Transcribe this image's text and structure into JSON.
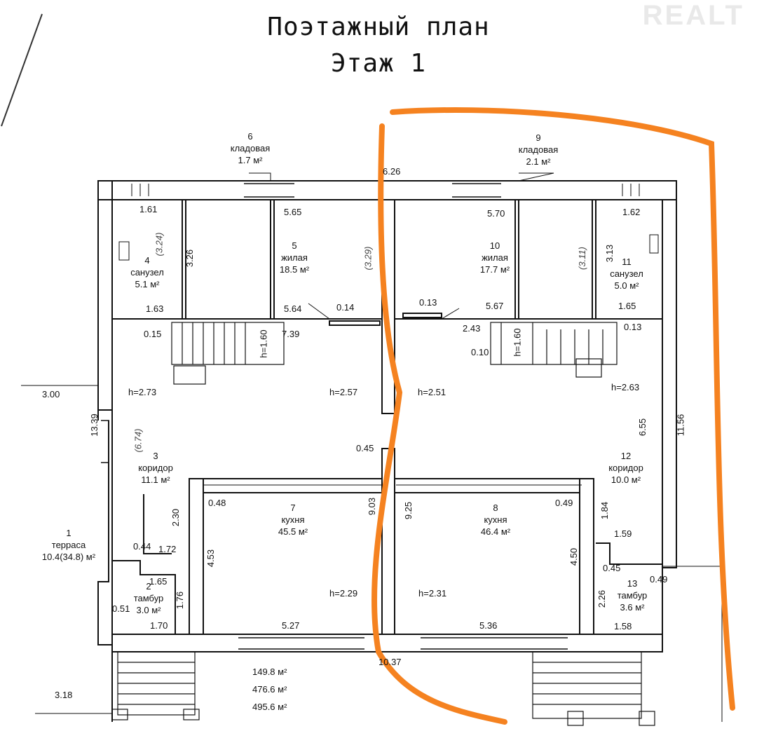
{
  "header": {
    "title": "Поэтажный план",
    "floor": "Этаж 1",
    "watermark": "REALT"
  },
  "rooms": [
    {
      "num": "1",
      "name": "терраса",
      "area": "10.4(34.8) м²"
    },
    {
      "num": "2",
      "name": "тамбур",
      "area": "3.0 м²"
    },
    {
      "num": "3",
      "name": "коридор",
      "area": "11.1 м²"
    },
    {
      "num": "4",
      "name": "санузел",
      "area": "5.1 м²"
    },
    {
      "num": "5",
      "name": "жилая",
      "area": "18.5 м²"
    },
    {
      "num": "6",
      "name": "кладовая",
      "area": "1.7 м²"
    },
    {
      "num": "7",
      "name": "кухня",
      "area": "45.5 м²"
    },
    {
      "num": "8",
      "name": "кухня",
      "area": "46.4 м²"
    },
    {
      "num": "9",
      "name": "кладовая",
      "area": "2.1 м²"
    },
    {
      "num": "10",
      "name": "жилая",
      "area": "17.7 м²"
    },
    {
      "num": "11",
      "name": "санузел",
      "area": "5.0 м²"
    },
    {
      "num": "12",
      "name": "коридор",
      "area": "10.0 м²"
    },
    {
      "num": "13",
      "name": "тамбур",
      "area": "3.6 м²"
    }
  ],
  "dimensions": {
    "d_3_00": "3.00",
    "d_13_39": "13.39",
    "d_3_18": "3.18",
    "d_1_61": "1.61",
    "d_3_24": "(3.24)",
    "d_3_26": "3.26",
    "d_1_63": "1.63",
    "d_0_15": "0.15",
    "d_h273": "h=2.73",
    "d_6_74": "(6.74)",
    "d_2_30": "2.30",
    "d_0_44": "0.44",
    "d_1_72": "1.72",
    "d_1_65a": "1.65",
    "d_0_51": "0.51",
    "d_1_76": "1.76",
    "d_1_70": "1.70",
    "d_5_65": "5.65",
    "d_5_64": "5.64",
    "d_0_14": "0.14",
    "d_3_29": "(3.29)",
    "d_h160a": "h=1.60",
    "d_7_39": "7.39",
    "d_h257": "h=2.57",
    "d_0_45": "0.45",
    "d_0_48": "0.48",
    "d_4_53": "4.53",
    "d_9_03": "9.03",
    "d_h229": "h=2.29",
    "d_5_27": "5.27",
    "d_6_26": "6.26",
    "d_10_37": "10.37",
    "d_5_70": "5.70",
    "d_0_13": "0.13",
    "d_5_67": "5.67",
    "d_2_43": "2.43",
    "d_h160b": "h=1.60",
    "d_0_10": "0.10",
    "d_h251": "h=2.51",
    "d_9_25": "9.25",
    "d_0_49a": "0.49",
    "d_4_50": "4.50",
    "d_h231": "h=2.31",
    "d_5_36": "5.36",
    "d_1_62": "1.62",
    "d_3_11": "(3.11)",
    "d_3_13": "3.13",
    "d_1_65b": "1.65",
    "d_0_13b": "0.13",
    "d_h263": "h=2.63",
    "d_6_55": "6.55",
    "d_11_56": "11.56",
    "d_1_84": "1.84",
    "d_1_59": "1.59",
    "d_0_45b": "0.45",
    "d_0_49b": "0.49",
    "d_2_26": "2.26",
    "d_1_58": "1.58"
  },
  "totals": [
    "149.8 м²",
    "476.6 м²",
    "495.6 м²"
  ],
  "colors": {
    "annotation": "#f58220",
    "ink": "#111111"
  }
}
